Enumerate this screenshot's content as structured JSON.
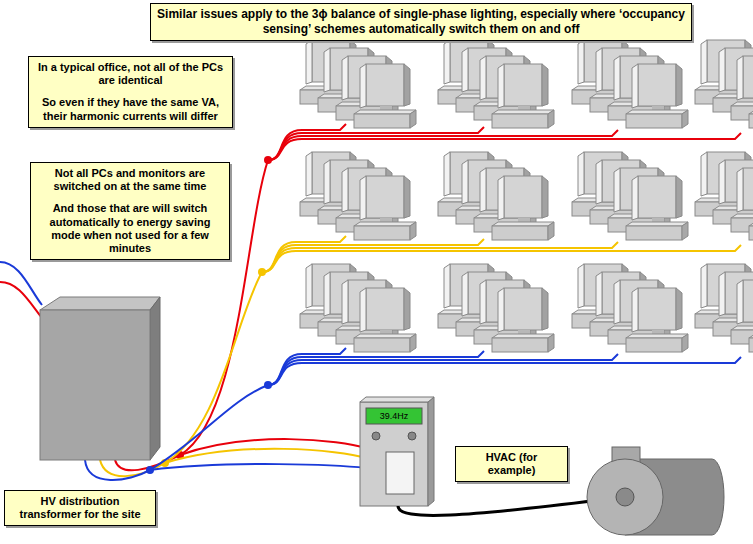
{
  "diagram": {
    "title": "Similar issues apply to the 3ϕ balance of single-phase lighting, especially where ‘occupancy sensing’ schemes automatically switch them on and off",
    "nodes": [
      {
        "text": [
          "In a typical office, not all of the PCs are identical",
          "So even if they have the same VA, their harmonic currents will differ"
        ]
      },
      {
        "text": [
          "Not all PCs and monitors are switched on at the same time",
          "And those that are will switch automatically to energy saving mode when not used for a few minutes"
        ]
      },
      {
        "text": [
          "HVAC (for example)"
        ]
      },
      {
        "text": [
          "HV distribution transformer for the site"
        ]
      }
    ],
    "labels": [
      "39.4Hz"
    ]
  }
}
